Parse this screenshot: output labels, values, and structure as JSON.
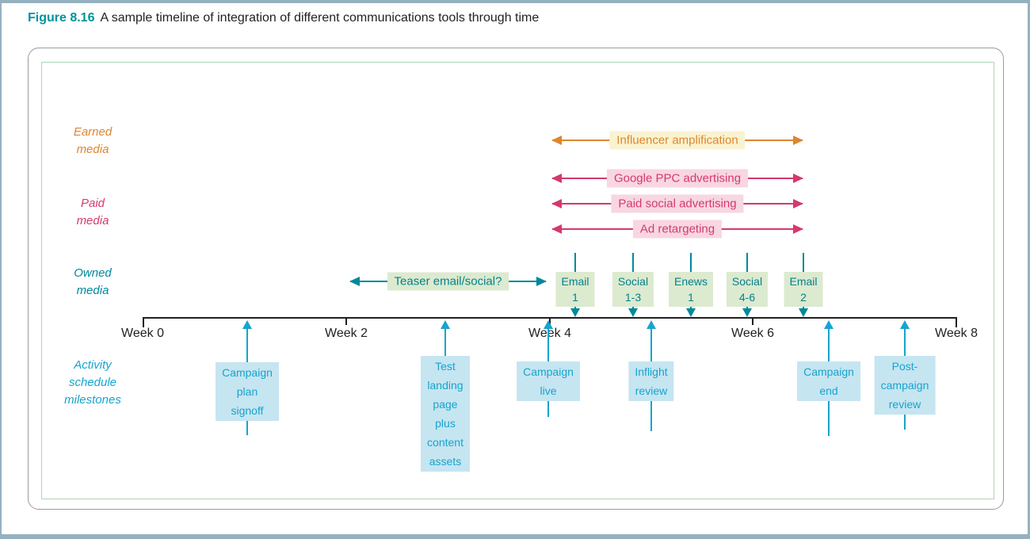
{
  "figure": {
    "number": "Figure 8.16",
    "caption": "A sample timeline of integration of different communications tools through time"
  },
  "rows": {
    "earned": "Earned\nmedia",
    "paid": "Paid\nmedia",
    "owned": "Owned\nmedia",
    "activity": "Activity\nschedule\nmilestones"
  },
  "earned_media": {
    "arrows": [
      {
        "label": "Influencer amplification"
      }
    ]
  },
  "paid_media": {
    "arrows": [
      {
        "label": "Google PPC advertising"
      },
      {
        "label": "Paid social advertising"
      },
      {
        "label": "Ad retargeting"
      }
    ]
  },
  "owned_media": {
    "teaser_arrow": {
      "label": "Teaser email/social?"
    },
    "touchpoints": [
      {
        "label": "Email\n1"
      },
      {
        "label": "Social\n1-3"
      },
      {
        "label": "Enews\n1"
      },
      {
        "label": "Social\n4-6"
      },
      {
        "label": "Email\n2"
      }
    ]
  },
  "timeline": {
    "week_labels": [
      "Week 0",
      "Week 2",
      "Week 4",
      "Week 6",
      "Week 8"
    ]
  },
  "activity": {
    "milestones": [
      {
        "label": "Campaign\nplan signoff"
      },
      {
        "label": "Test\nlanding page\nplus content assets"
      },
      {
        "label": "Campaign\nlive"
      },
      {
        "label": "Inflight\nreview"
      },
      {
        "label": "Campaign\nend"
      },
      {
        "label": "Post-\ncampaign\nreview"
      }
    ]
  },
  "colors": {
    "earned_orange": "#DD8531",
    "earned_highlight": "#FAF3D0",
    "paid_pink": "#D4396E",
    "paid_highlight": "#F8D6E2",
    "owned_teal": "#00899C",
    "owned_highlight": "#DCEACF",
    "milestone_blue": "#17A4CE",
    "milestone_highlight": "#C5E5F1",
    "axis_color": "#231F20",
    "figure_number_teal": "#00929B",
    "frame_blue": "#95B1C0",
    "outer_border_gray": "#9B9B9B",
    "inner_border_green": "#ABD7B0"
  }
}
